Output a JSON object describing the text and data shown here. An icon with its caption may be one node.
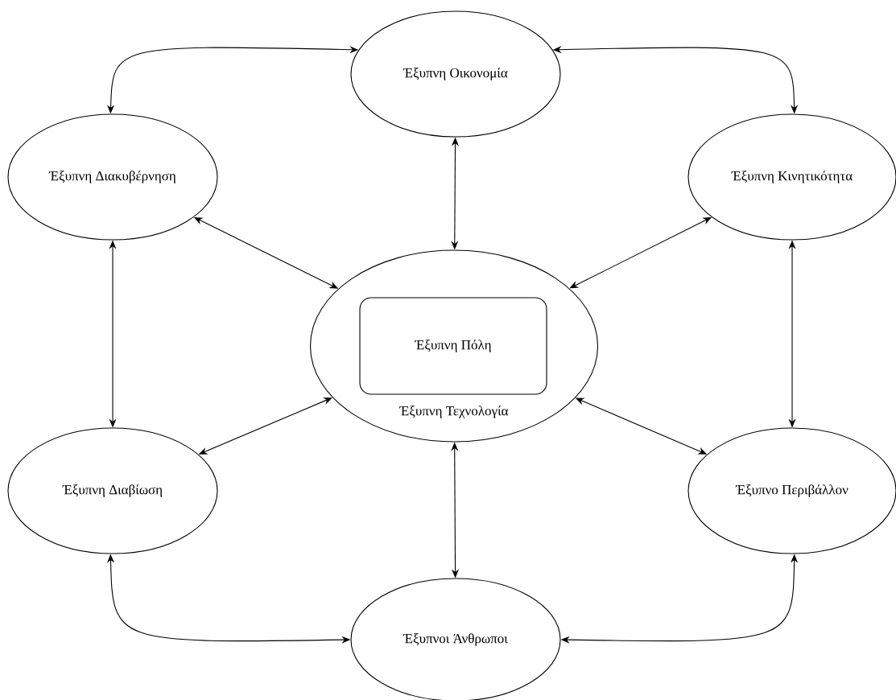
{
  "diagram": {
    "nodes": [
      {
        "text": [
          "Έξυπνη Οικονομία"
        ]
      },
      {
        "text": [
          "Έξυπνη Διακυβέρνηση"
        ]
      },
      {
        "text": [
          "Έξυπνη Κινητικότητα"
        ]
      },
      {
        "text": [
          "Έξυπνη Τεχνολογία"
        ]
      },
      {
        "text": [
          "Έξυπνη Πόλη"
        ],
        "in": 3
      },
      {
        "text": [
          "Έξυπνη Διαβίωση"
        ]
      },
      {
        "text": [
          "Έξυπνο Περιβάλλον"
        ]
      },
      {
        "text": [
          "Έξυπνοι Άνθρωποι"
        ]
      }
    ],
    "edges": [
      {
        "from": 0,
        "to": 1,
        "arrow": "both"
      },
      {
        "from": 0,
        "to": 2,
        "arrow": "both"
      },
      {
        "from": 0,
        "to": 3,
        "arrow": "both"
      },
      {
        "from": 1,
        "to": 3,
        "arrow": "both"
      },
      {
        "from": 2,
        "to": 3,
        "arrow": "both"
      },
      {
        "from": 1,
        "to": 5,
        "arrow": "both"
      },
      {
        "from": 2,
        "to": 6,
        "arrow": "both"
      },
      {
        "from": 3,
        "to": 5,
        "arrow": "both"
      },
      {
        "from": 3,
        "to": 6,
        "arrow": "both"
      },
      {
        "from": 3,
        "to": 7,
        "arrow": "both"
      },
      {
        "from": 5,
        "to": 7,
        "arrow": "both"
      },
      {
        "from": 6,
        "to": 7,
        "arrow": "both"
      }
    ]
  }
}
